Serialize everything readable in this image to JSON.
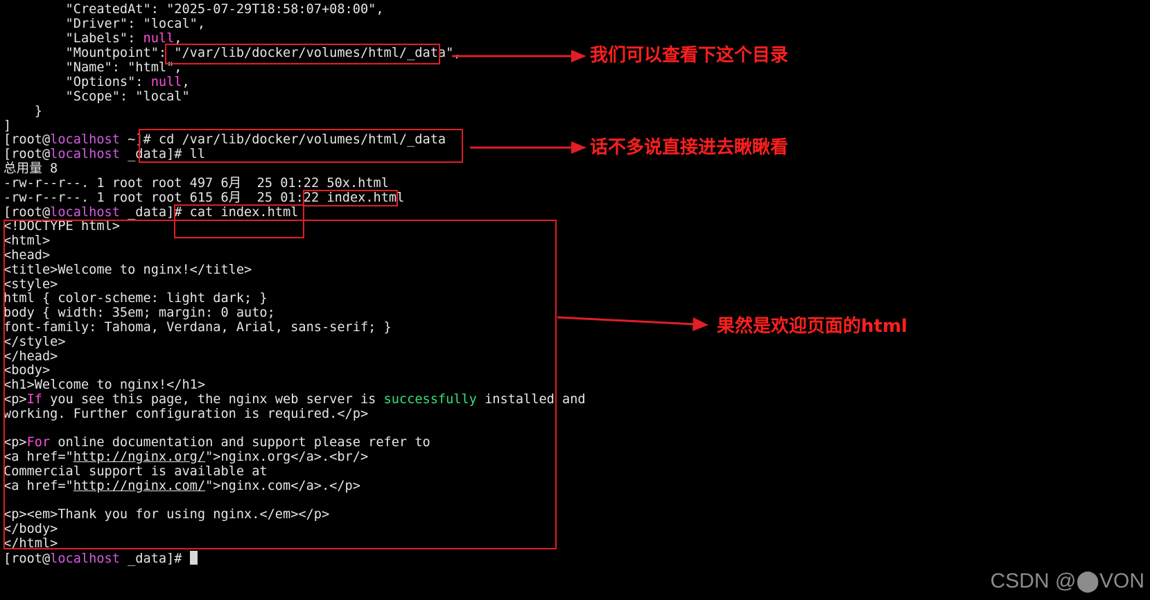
{
  "terminal": {
    "lines": [
      "        \"CreatedAt\": \"2025-07-29T18:58:07+08:00\",",
      "        \"Driver\": \"local\",",
      "        \"Labels\": null,",
      "        \"Mountpoint\": \"/var/lib/docker/volumes/html/_data\",",
      "        \"Name\": \"html\",",
      "        \"Options\": null,",
      "        \"Scope\": \"local\"",
      "    }",
      "]",
      "[root@localhost ~]# cd /var/lib/docker/volumes/html/_data",
      "[root@localhost _data]# ll",
      "总用量 8",
      "-rw-r--r--. 1 root root 497 6月  25 01:22 50x.html",
      "-rw-r--r--. 1 root root 615 6月  25 01:22 index.html",
      "[root@localhost _data]# cat index.html",
      "<!DOCTYPE html>",
      "<html>",
      "<head>",
      "<title>Welcome to nginx!</title>",
      "<style>",
      "html { color-scheme: light dark; }",
      "body { width: 35em; margin: 0 auto;",
      "font-family: Tahoma, Verdana, Arial, sans-serif; }",
      "</style>",
      "</head>",
      "<body>",
      "<h1>Welcome to nginx!</h1>",
      "<p>If you see this page, the nginx web server is successfully installed and",
      "working. Further configuration is required.</p>",
      "",
      "<p>For online documentation and support please refer to",
      "<a href=\"http://nginx.org/\">nginx.org</a>.<br/>",
      "Commercial support is available at",
      "<a href=\"http://nginx.com/\">nginx.com</a>.</p>",
      "",
      "<p><em>Thank you for using nginx.</em></p>",
      "</body>",
      "</html>",
      "[root@localhost _data]# "
    ]
  },
  "annotations": {
    "note1": "我们可以查看下这个目录",
    "note2": "话不多说直接进去瞅瞅看",
    "note3": "果然是欢迎页面的html"
  },
  "watermark": "CSDN @⬤VON",
  "colors": {
    "background": "#000000",
    "text": "#e6e6e6",
    "keyword_magenta": "#ff4fd8",
    "keyword_green": "#35e07a",
    "annotation_red": "#e21e26"
  }
}
